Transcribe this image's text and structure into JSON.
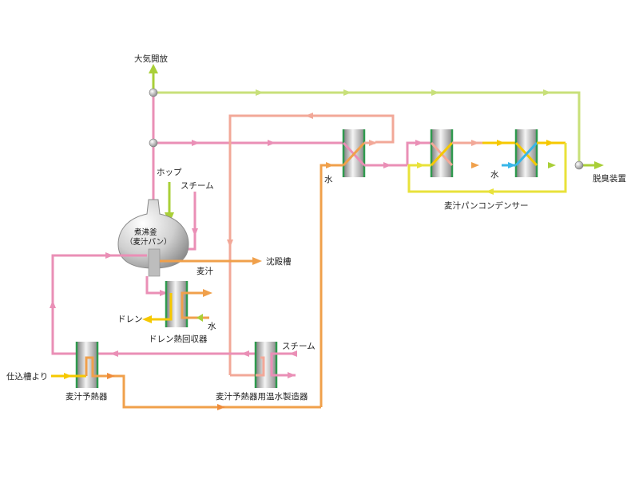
{
  "colors": {
    "pink": "#ea8fb6",
    "orange": "#f0a04b",
    "orange_dark": "#ef8c3a",
    "salmon": "#f2a898",
    "yellow": "#f6c800",
    "lime": "#a9cf38",
    "cyan": "#38b6e8",
    "green_bar": "#2f9a4e"
  },
  "labels": {
    "atmosphere_release": "大気開放",
    "hops": "ホップ",
    "steam_top": "スチーム",
    "kettle_line1": "煮沸釜",
    "kettle_line2": "（麦汁パン）",
    "wort": "麦汁",
    "settling_tank": "沈殿槽",
    "drain": "ドレン",
    "water_drain": "水",
    "drain_recovery": "ドレン熱回収器",
    "water_cond1": "水",
    "water_cond3": "水",
    "deodorizer": "脱臭装置",
    "wort_pan_condenser": "麦汁パンコンデンサー",
    "from_charging_tank": "仕込槽より",
    "wort_preheater": "麦汁予熱器",
    "steam_bottom": "スチーム",
    "hot_water_maker": "麦汁予熱器用温水製造器"
  }
}
